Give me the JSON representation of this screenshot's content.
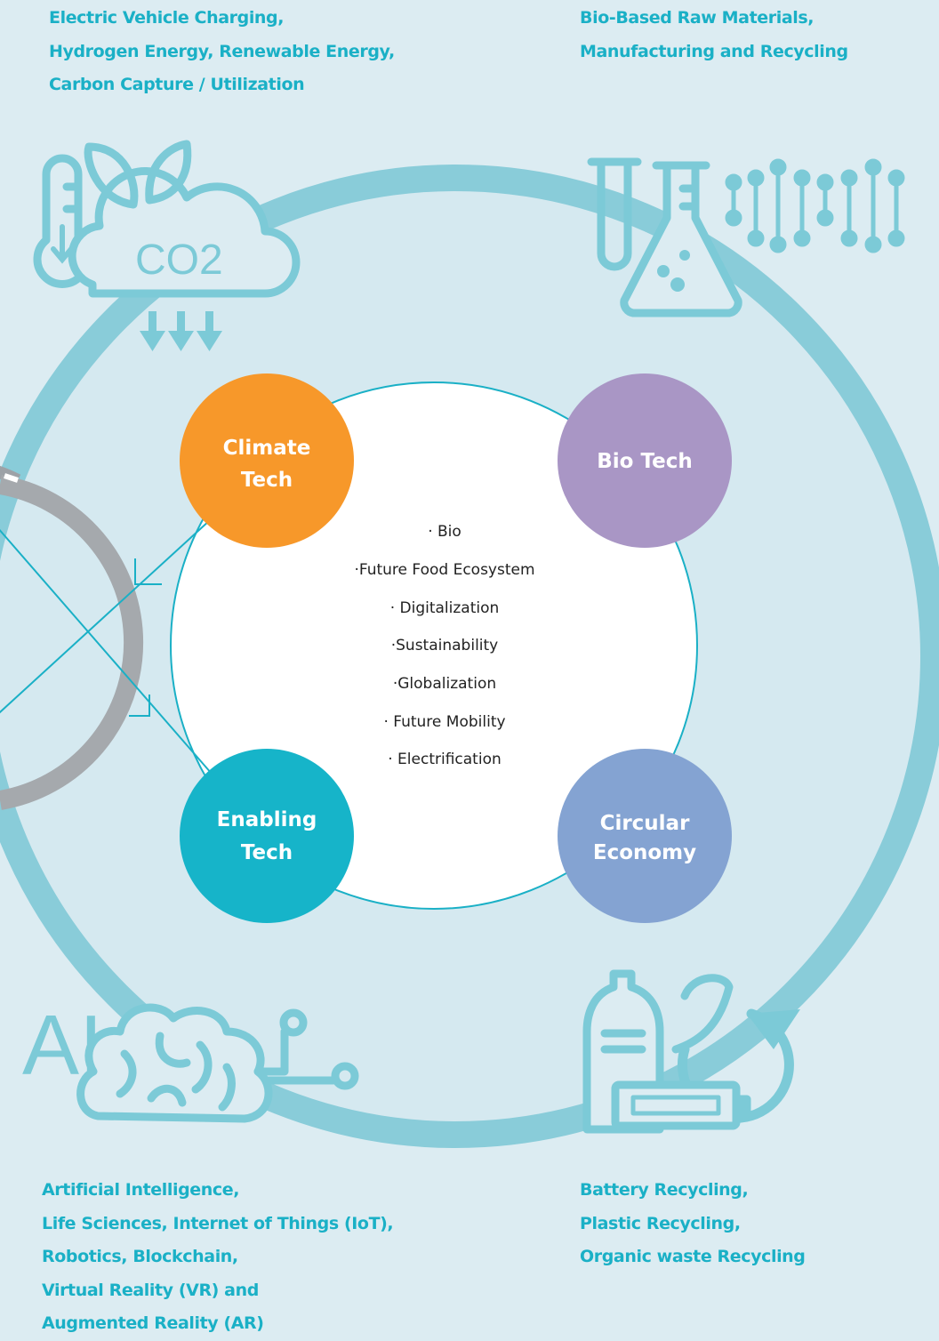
{
  "captions": {
    "climate": [
      "Electric Vehicle Charging,",
      "Hydrogen Energy, Renewable Energy,",
      "Carbon Capture / Utilization"
    ],
    "bio": [
      "Bio-Based Raw Materials,",
      "Manufacturing and Recycling"
    ],
    "enabling": [
      "Artificial Intelligence,",
      "Life Sciences, Internet of Things (IoT),",
      "Robotics, Blockchain,",
      "Virtual Reality (VR) and",
      "Augmented Reality (AR)"
    ],
    "circular": [
      "Battery Recycling,",
      "Plastic Recycling,",
      "Organic waste Recycling"
    ]
  },
  "nodes": {
    "climate": {
      "lines": [
        "Climate",
        "Tech"
      ],
      "color": "#f7982a"
    },
    "bio": {
      "lines": [
        "Bio Tech"
      ],
      "color": "#a996c5"
    },
    "enabling": {
      "lines": [
        "Enabling",
        "Tech"
      ],
      "color": "#16b4c9"
    },
    "circular": {
      "lines": [
        "Circular",
        "Economy"
      ],
      "color": "#84a3d2"
    }
  },
  "center_trends": [
    "· Bio",
    "·Future Food Ecosystem",
    "· Digitalization",
    "·Sustainability",
    "·Globalization",
    "· Future Mobility",
    "· Electrification"
  ],
  "icons": {
    "co2_label": "CO2",
    "ai_label": "AI"
  },
  "colors": {
    "background": "#dcecf2",
    "ring": "#89ccd9",
    "accent_text": "#1ab0c6",
    "connector": "#1ab0c6"
  }
}
